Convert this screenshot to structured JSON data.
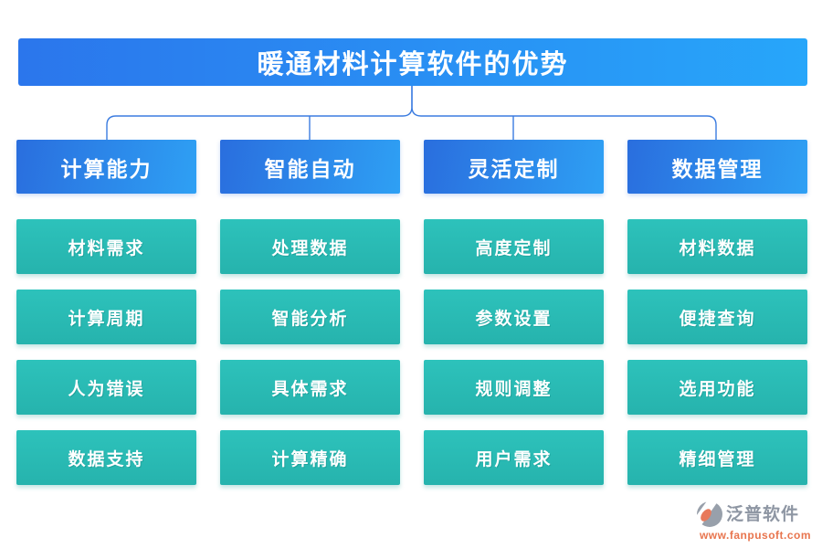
{
  "title": "暖通材料计算软件的优势",
  "columns": [
    {
      "header": "计算能力",
      "items": [
        "材料需求",
        "计算周期",
        "人为错误",
        "数据支持"
      ]
    },
    {
      "header": "智能自动",
      "items": [
        "处理数据",
        "智能分析",
        "具体需求",
        "计算精确"
      ]
    },
    {
      "header": "灵活定制",
      "items": [
        "高度定制",
        "参数设置",
        "规则调整",
        "用户需求"
      ]
    },
    {
      "header": "数据管理",
      "items": [
        "材料数据",
        "便捷查询",
        "选用功能",
        "精细管理"
      ]
    }
  ],
  "footer": {
    "brand": "泛普软件",
    "url": "www.fanpusoft.com"
  },
  "colors": {
    "banner_gradient_start": "#2b76ec",
    "banner_gradient_end": "#27a6fa",
    "header_gradient_start": "#2a6ede",
    "header_gradient_end": "#2ea0f4",
    "item_teal": "#29bcb5",
    "connector_blue": "#3b7ce0",
    "brand_gray": "#8e96a3",
    "url_orange": "#e8754e"
  }
}
